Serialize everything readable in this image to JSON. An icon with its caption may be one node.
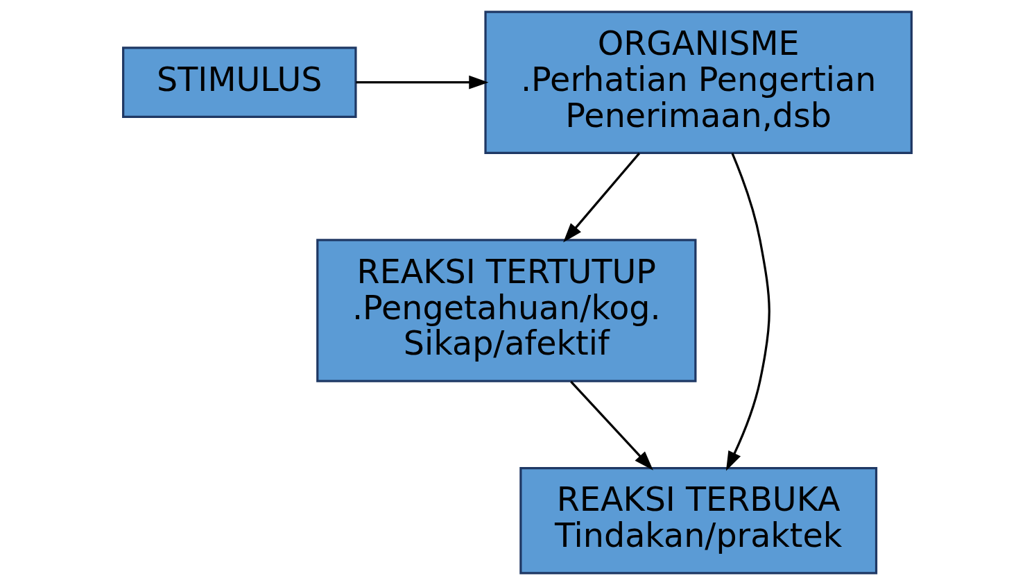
{
  "diagram": {
    "nodes": [
      {
        "text": [
          "STIMULUS"
        ]
      },
      {
        "text": [
          "ORGANISME",
          ".Perhatian Pengertian Penerimaan,dsb"
        ]
      },
      {
        "text": [
          "REAKSI TERTUTUP",
          ".Pengetahuan/kog. Sikap/afektif"
        ]
      },
      {
        "text": [
          "REAKSI TERBUKA",
          "Tindakan/praktek"
        ]
      }
    ],
    "edges": [
      {
        "from": 0,
        "to": 1,
        "arrow": "to"
      },
      {
        "from": 1,
        "to": 2,
        "arrow": "to"
      },
      {
        "from": 1,
        "to": 3,
        "arrow": "to"
      },
      {
        "from": 2,
        "to": 3,
        "arrow": "to"
      }
    ]
  }
}
